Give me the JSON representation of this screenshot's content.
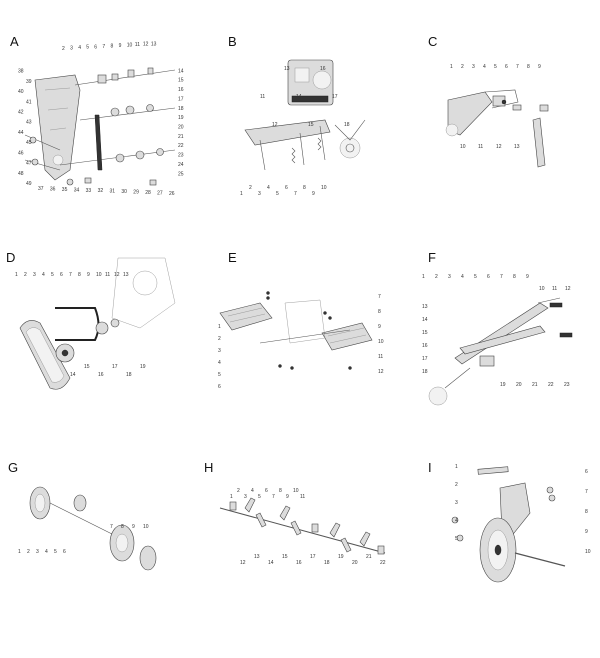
{
  "panels": {
    "A": {
      "letter": "A",
      "callouts": [
        "2",
        "3",
        "4",
        "5",
        "6",
        "7",
        "8",
        "9",
        "10",
        "11",
        "12",
        "13",
        "14",
        "15",
        "16",
        "17",
        "18",
        "19",
        "20",
        "21",
        "22",
        "23",
        "24",
        "25",
        "26",
        "27",
        "28",
        "29",
        "30",
        "31",
        "32",
        "33",
        "34",
        "35",
        "36",
        "37",
        "38",
        "39",
        "40",
        "41",
        "42",
        "43",
        "44",
        "45",
        "46",
        "47",
        "48",
        "49"
      ]
    },
    "B": {
      "letter": "B",
      "callouts": [
        "1",
        "2",
        "3",
        "4",
        "5",
        "6",
        "7",
        "8",
        "9",
        "10",
        "11",
        "12",
        "13",
        "14",
        "15",
        "16",
        "17",
        "18"
      ]
    },
    "C": {
      "letter": "C",
      "callouts": [
        "1",
        "2",
        "3",
        "4",
        "5",
        "6",
        "7",
        "8",
        "9",
        "10",
        "11",
        "12",
        "13"
      ]
    },
    "D": {
      "letter": "D",
      "callouts": [
        "1",
        "2",
        "3",
        "4",
        "5",
        "6",
        "7",
        "8",
        "9",
        "10",
        "11",
        "12",
        "13",
        "14",
        "15",
        "16",
        "17",
        "18",
        "19"
      ]
    },
    "E": {
      "letter": "E",
      "callouts": [
        "1",
        "2",
        "3",
        "4",
        "5",
        "6",
        "7",
        "8",
        "9",
        "10",
        "11",
        "12"
      ]
    },
    "F": {
      "letter": "F",
      "callouts": [
        "1",
        "2",
        "3",
        "4",
        "5",
        "6",
        "7",
        "8",
        "9",
        "10",
        "11",
        "12",
        "13",
        "14",
        "15",
        "16",
        "17",
        "18",
        "19",
        "20",
        "21",
        "22",
        "23"
      ]
    },
    "G": {
      "letter": "G",
      "callouts": [
        "1",
        "2",
        "3",
        "4",
        "5",
        "6",
        "7",
        "8",
        "9",
        "10"
      ]
    },
    "H": {
      "letter": "H",
      "callouts": [
        "1",
        "2",
        "3",
        "4",
        "5",
        "6",
        "7",
        "8",
        "9",
        "10",
        "11",
        "12",
        "13",
        "14",
        "15",
        "16",
        "17",
        "18",
        "19",
        "20",
        "21",
        "22"
      ]
    },
    "I": {
      "letter": "I",
      "callouts": [
        "1",
        "2",
        "3",
        "4",
        "5",
        "6",
        "7",
        "8",
        "9",
        "10"
      ]
    }
  }
}
